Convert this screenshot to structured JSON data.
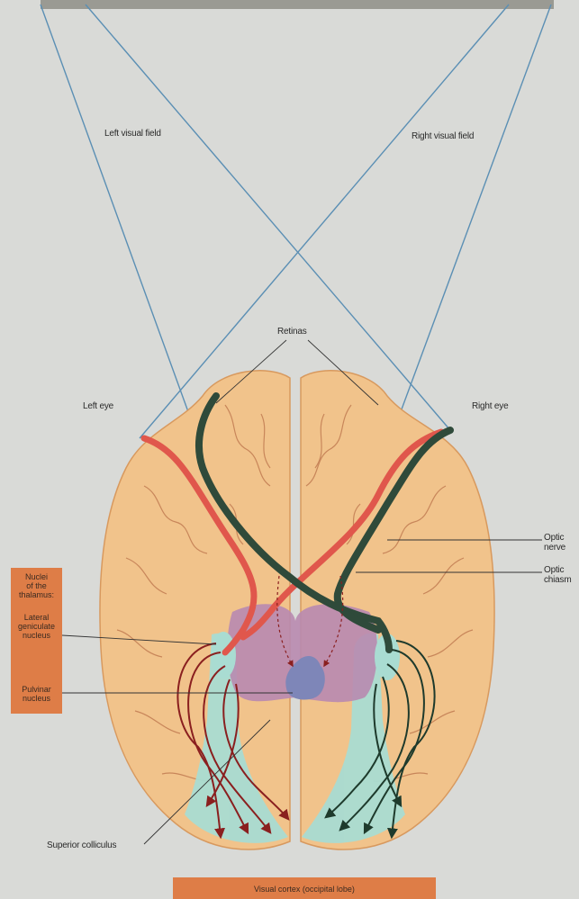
{
  "labels": {
    "left_visual_field": "Left visual field",
    "right_visual_field": "Right visual field",
    "retinas": "Retinas",
    "left_eye": "Left eye",
    "right_eye": "Right eye",
    "optic_nerve_line1": "Optic",
    "optic_nerve_line2": "nerve",
    "optic_chiasm_line1": "Optic",
    "optic_chiasm_line2": "chiasm",
    "superior_colliculus": "Superior colliculus"
  },
  "side_box": {
    "title_line1": "Nuclei",
    "title_line2": "of the",
    "title_line3": "thalamus:",
    "lgn_line1": "Lateral",
    "lgn_line2": "geniculate",
    "lgn_line3": "nucleus",
    "pulvinar_line1": "Pulvinar",
    "pulvinar_line2": "nucleus"
  },
  "bottom_bar": {
    "text": "Visual cortex (occipital lobe)"
  },
  "colors": {
    "brain": "#f1c38b",
    "sulci": "#c8865a",
    "optic_pathway": "#2f4a3a",
    "red_pathway": "#e0574c",
    "thalamus": "#b88ab0",
    "colliculus": "#7e86b8",
    "cortex": "#a9dcd2",
    "label_box": "#de7d47",
    "field_lines": "#5b8fb4"
  }
}
